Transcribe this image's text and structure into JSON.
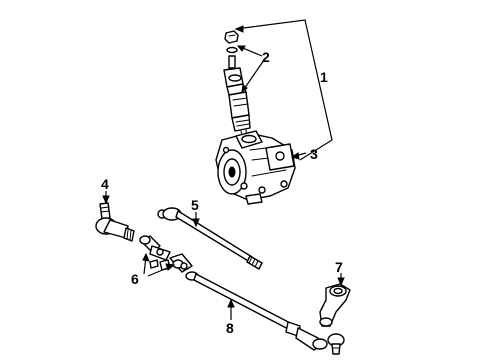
{
  "callouts": [
    {
      "id": "1",
      "label": "1",
      "part": "steering-gear-assembly"
    },
    {
      "id": "2",
      "label": "2",
      "part": "steering-gear-valve-stack"
    },
    {
      "id": "3",
      "label": "3",
      "part": "steering-gear-housing"
    },
    {
      "id": "4",
      "label": "4",
      "part": "outer-tie-rod-end"
    },
    {
      "id": "5",
      "label": "5",
      "part": "tie-rod"
    },
    {
      "id": "6",
      "label": "6",
      "part": "adjuster-sleeves"
    },
    {
      "id": "7",
      "label": "7",
      "part": "pitman-arm"
    },
    {
      "id": "8",
      "label": "8",
      "part": "center-link"
    }
  ]
}
